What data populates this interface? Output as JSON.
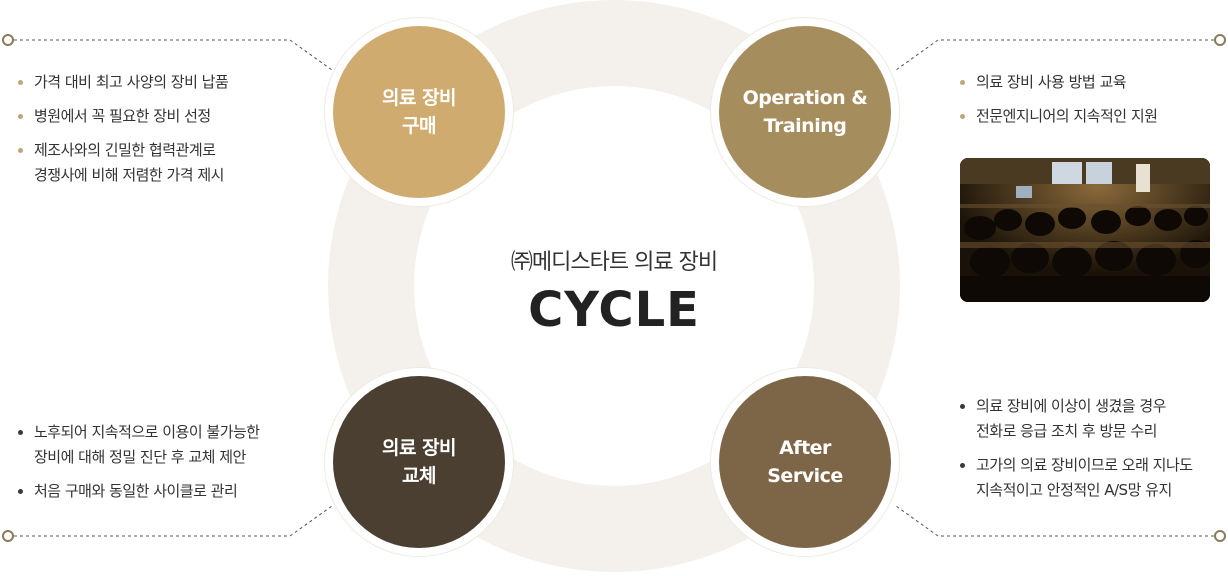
{
  "center": {
    "subtitle": "㈜메디스타트 의료 장비",
    "title": "CYCLE"
  },
  "nodes": {
    "purchase": {
      "label": "의료 장비\n구매",
      "color": "#cfab70"
    },
    "training": {
      "label": "Operation &\nTraining",
      "color": "#a58d5d"
    },
    "replace": {
      "label": "의료 장비\n교체",
      "color": "#4a3f31"
    },
    "after_service": {
      "label": "After\nService",
      "color": "#7d6647"
    }
  },
  "purchase_points": [
    "가격 대비 최고 사양의 장비 납품",
    "병원에서 꼭 필요한 장비 선정",
    "제조사와의 긴밀한 협력관계로\n경쟁사에 비해 저렴한 가격 제시"
  ],
  "training_points": [
    "의료 장비 사용 방법 교육",
    "전문엔지니어의 지속적인 지원"
  ],
  "replace_points": [
    "노후되어 지속적으로 이용이 불가능한\n장비에 대해 정밀 진단 후 교체 제안",
    "처음 구매와 동일한 사이클로 관리"
  ],
  "service_points": [
    "의료 장비에 이상이 생겼을 경우\n전화로 응급 조치 후 방문 수리",
    "고가의 의료 장비이므로 오래 지나도\n지속적이고 안정적인 A/S망 유지"
  ],
  "colors": {
    "line": "#555555",
    "accent": "#bfa57a"
  },
  "photo": {
    "subject": "training-seminar-photo"
  }
}
